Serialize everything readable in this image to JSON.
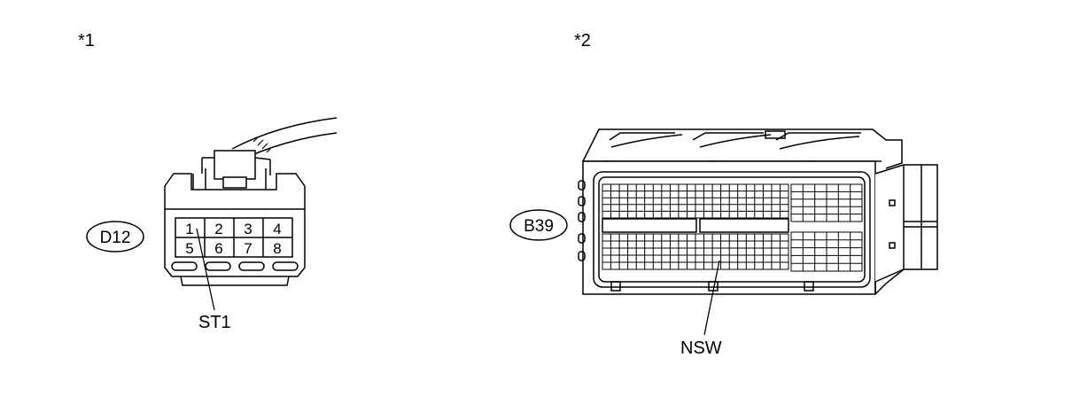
{
  "figure_labels": {
    "left": "*1",
    "right": "*2"
  },
  "connector_d12": {
    "code": "D12",
    "pins": [
      "1",
      "2",
      "3",
      "4",
      "5",
      "6",
      "7",
      "8"
    ],
    "callout": "ST1"
  },
  "connector_b39": {
    "code": "B39",
    "callout": "NSW"
  }
}
